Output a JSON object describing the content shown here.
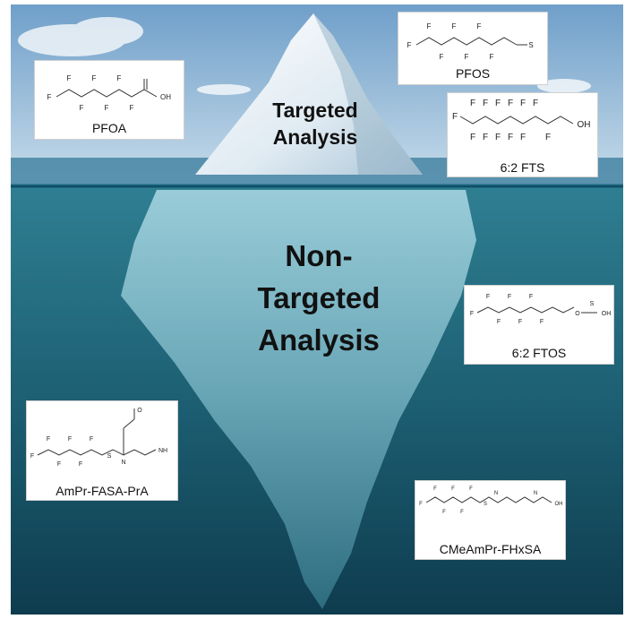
{
  "scene": {
    "sky_color": "#8fb7d8",
    "water_color": "#1d5f73",
    "ice_color": "#e9f1f6"
  },
  "headlines": {
    "targeted": [
      "Targeted",
      "Analysis"
    ],
    "non_targeted": [
      "Non-",
      "Targeted",
      "Analysis"
    ]
  },
  "compounds": [
    {
      "id": "pfoa",
      "name": "PFOA",
      "atoms": {
        "f": "F",
        "terminal": "OH"
      }
    },
    {
      "id": "pfos",
      "name": "PFOS",
      "atoms": {
        "f": "F",
        "s": "S"
      }
    },
    {
      "id": "fts",
      "name": "6:2 FTS",
      "atoms": {
        "f": "F",
        "terminal": "OH"
      }
    },
    {
      "id": "ftos",
      "name": "6:2 FTOS",
      "atoms": {
        "f": "F",
        "o": "O",
        "s": "S",
        "terminal": "OH"
      }
    },
    {
      "id": "amprfasa",
      "name": "AmPr-FASA-PrA",
      "atoms": {
        "f": "F",
        "s": "S",
        "n": "N",
        "nh": "NH",
        "o": "O"
      }
    },
    {
      "id": "cmeampr",
      "name": "CMeAmPr-FHxSA",
      "atoms": {
        "f": "F",
        "s": "S",
        "n": "N",
        "nh": "N",
        "terminal": "OH"
      }
    }
  ]
}
